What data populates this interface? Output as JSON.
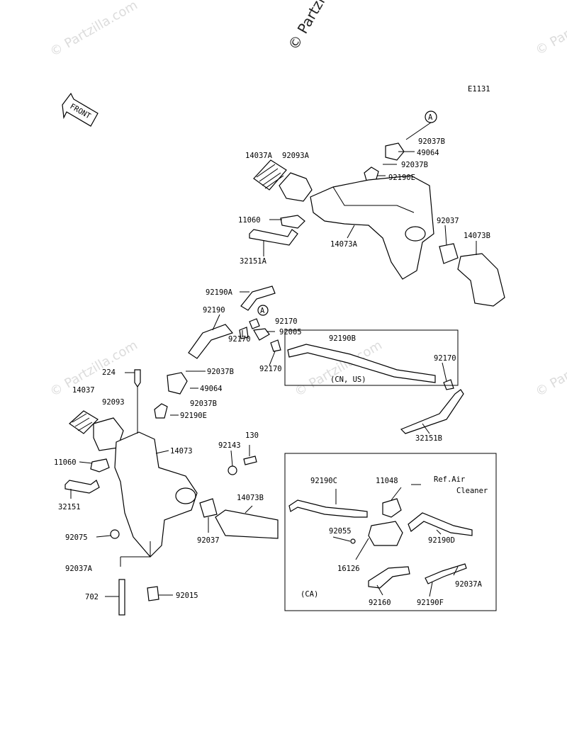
{
  "watermark": {
    "main": "© Partzilla.com",
    "side": "© Partzilla.com"
  },
  "diagram_code": "E1131",
  "front_label": "FRONT",
  "callouts": {
    "a1": "A",
    "a2": "A"
  },
  "labels": {
    "p92037B_1": "92037B",
    "p49064_1": "49064",
    "p92037B_2": "92037B",
    "p92190E_1": "92190E",
    "p14037A": "14037A",
    "p92093A": "92093A",
    "p11060_1": "11060",
    "p32151A": "32151A",
    "p14073A": "14073A",
    "p92037_1": "92037",
    "p14073B_1": "14073B",
    "p92190A": "92190A",
    "p92190": "92190",
    "p92170_1": "92170",
    "p92005": "92005",
    "p92190B": "92190B",
    "p92170_2": "92170",
    "p92170_3": "92170",
    "p92170_4": "92170",
    "p224": "224",
    "p92037B_3": "92037B",
    "p49064_2": "49064",
    "p92037B_4": "92037B",
    "p92190E_2": "92190E",
    "cnus": "(CN, US)",
    "p32151B": "32151B",
    "p14037": "14037",
    "p92093": "92093",
    "p14073": "14073",
    "p130": "130",
    "p92143": "92143",
    "p11060_2": "11060",
    "p32151": "32151",
    "p14073B_2": "14073B",
    "p92075": "92075",
    "p92037_2": "92037",
    "p92037A_1": "92037A",
    "p702": "702",
    "p92015": "92015",
    "p92190C": "92190C",
    "p11048": "11048",
    "refair": "Ref.Air",
    "cleaner": "Cleaner",
    "p92055": "92055",
    "p92190D": "92190D",
    "p16126": "16126",
    "p92037A_2": "92037A",
    "ca": "(CA)",
    "p92160": "92160",
    "p92190F": "92190F"
  }
}
